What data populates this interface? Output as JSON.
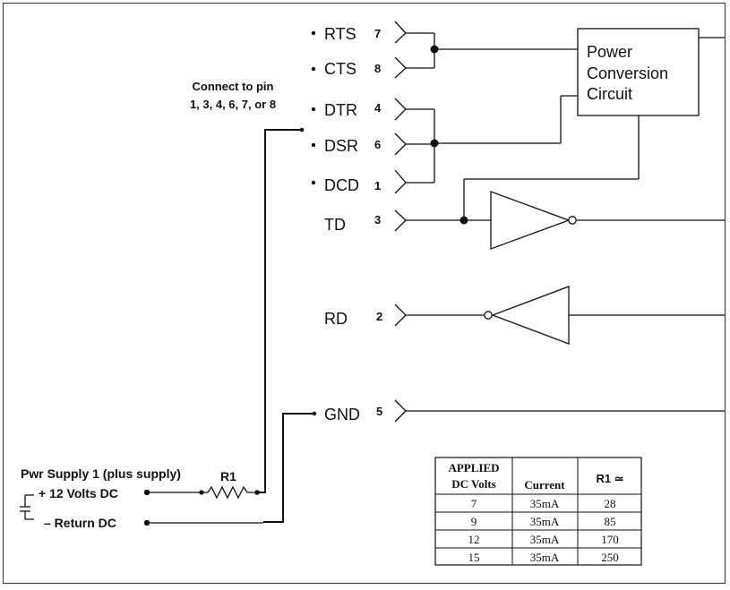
{
  "signals": [
    {
      "label": "RTS",
      "pin": "7",
      "bullet": true
    },
    {
      "label": "CTS",
      "pin": "8",
      "bullet": true
    },
    {
      "label": "DTR",
      "pin": "4",
      "bullet": true
    },
    {
      "label": "DSR",
      "pin": "6",
      "bullet": true
    },
    {
      "label": "DCD",
      "pin": "1",
      "bullet": true
    },
    {
      "label": "TD",
      "pin": "3",
      "bullet": false
    },
    {
      "label": "RD",
      "pin": "2",
      "bullet": false
    },
    {
      "label": "GND",
      "pin": "5",
      "bullet": true
    }
  ],
  "connect_note": {
    "line1": "Connect to pin",
    "line2": "1, 3, 4, 6, 7, or 8"
  },
  "power_box": {
    "line1": "Power",
    "line2": "Conversion",
    "line3": "Circuit"
  },
  "supply": {
    "title": "Pwr Supply 1 (plus supply)",
    "resistor": "R1",
    "plus": "+ 12 Volts DC",
    "minus": "– Return  DC"
  },
  "table": {
    "headers": {
      "col1_line1": "APPLIED",
      "col1_line2": "DC Volts",
      "col2": "Current",
      "col3": "R1 ≃"
    },
    "rows": [
      {
        "volts": "7",
        "current": "35mA",
        "r1": "28"
      },
      {
        "volts": "9",
        "current": "35mA",
        "r1": "85"
      },
      {
        "volts": "12",
        "current": "35mA",
        "r1": "170"
      },
      {
        "volts": "15",
        "current": "35mA",
        "r1": "250"
      }
    ]
  }
}
